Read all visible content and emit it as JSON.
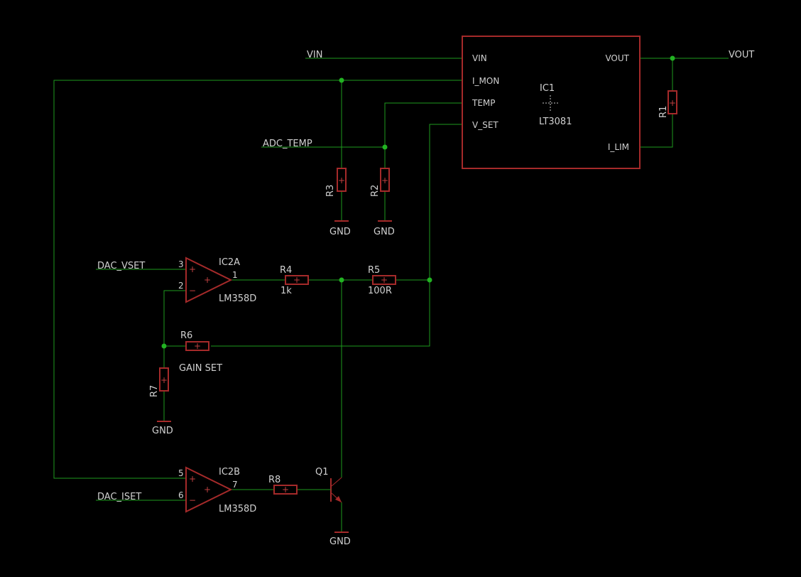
{
  "nets": {
    "vin": "VIN",
    "vout": "VOUT",
    "adc_temp": "ADC_TEMP",
    "dac_vset": "DAC_VSET",
    "dac_iset": "DAC_ISET",
    "gain_set": "GAIN SET",
    "gnd": "GND"
  },
  "ic1": {
    "name": "IC1",
    "value": "LT3081",
    "pins": {
      "vin": "VIN",
      "imon": "I_MON",
      "temp": "TEMP",
      "vset": "V_SET",
      "vout": "VOUT",
      "ilim": "I_LIM"
    }
  },
  "ic2a": {
    "name": "IC2A",
    "value": "LM358D",
    "pin_plus": "3",
    "pin_minus": "2",
    "pin_out": "1"
  },
  "ic2b": {
    "name": "IC2B",
    "value": "LM358D",
    "pin_plus": "5",
    "pin_minus": "6",
    "pin_out": "7"
  },
  "resistors": {
    "r1": "R1",
    "r2": "R2",
    "r3": "R3",
    "r4": "R4",
    "r4_value": "1k",
    "r5": "R5",
    "r5_value": "100R",
    "r6": "R6",
    "r7": "R7",
    "r8": "R8"
  },
  "transistor": {
    "name": "Q1"
  },
  "symbols": {
    "plus": "+",
    "minus": "−"
  },
  "colors": {
    "background": "#000000",
    "wire": "#1e9a1e",
    "part": "#a52a2a",
    "text": "#d0d0d0"
  }
}
